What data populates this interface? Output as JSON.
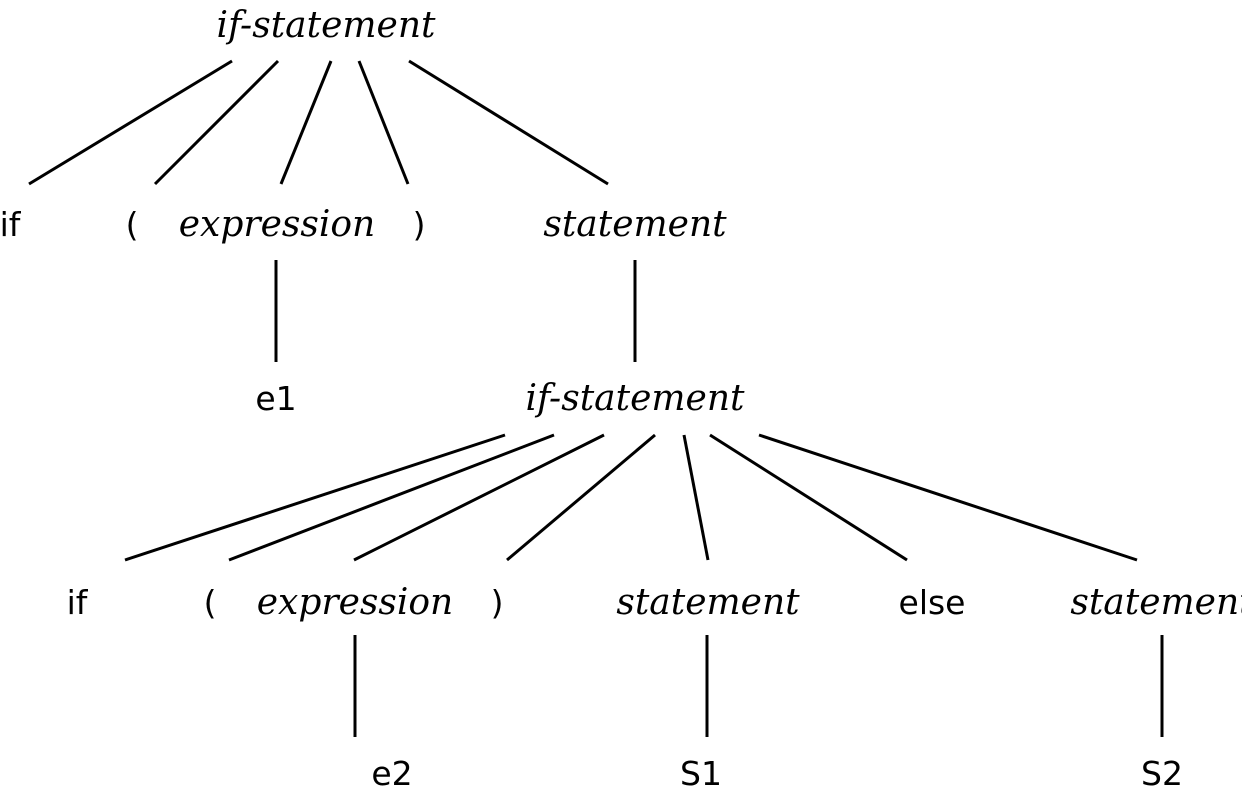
{
  "diagram": {
    "root": {
      "label": "if-statement",
      "children": [
        {
          "label": "if"
        },
        {
          "label": "("
        },
        {
          "label": "expression",
          "child": "e1"
        },
        {
          "label": ")"
        },
        {
          "label": "statement"
        }
      ]
    },
    "nested": {
      "label": "if-statement",
      "children": [
        {
          "label": "if"
        },
        {
          "label": "("
        },
        {
          "label": "expression",
          "child": "e2"
        },
        {
          "label": ")"
        },
        {
          "label": "statement",
          "child": "S1"
        },
        {
          "label": "else"
        },
        {
          "label": "statement",
          "child": "S2"
        }
      ]
    }
  }
}
